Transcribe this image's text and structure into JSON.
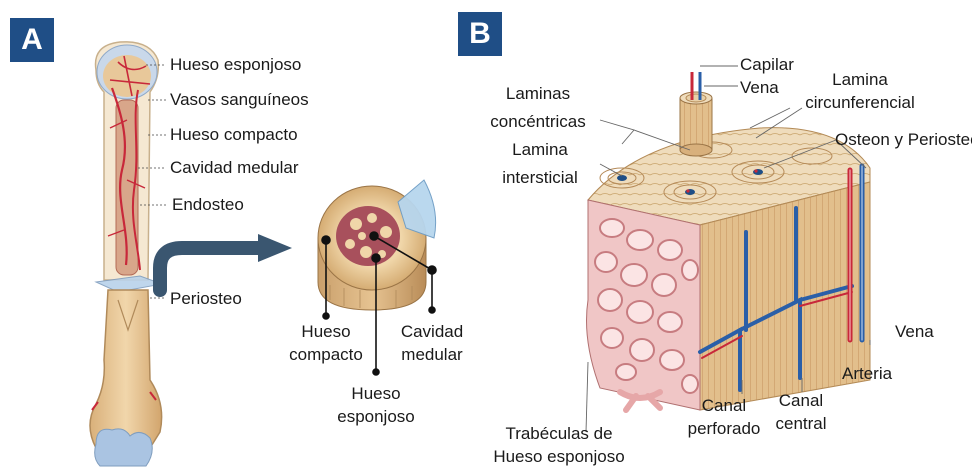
{
  "panel_a": {
    "badge": "A",
    "labels": {
      "hueso_esponjoso": "Hueso esponjoso",
      "vasos": "Vasos sanguíneos",
      "hueso_compacto": "Hueso compacto",
      "cavidad": "Cavidad medular",
      "endosteo": "Endosteo",
      "periosteo": "Periosteo"
    },
    "cross_section": {
      "compacto_line1": "Hueso",
      "compacto_line2": "compacto",
      "cavidad_line1": "Cavidad",
      "cavidad_line2": "medular",
      "esponjoso_line1": "Hueso",
      "esponjoso_line2": "esponjoso"
    }
  },
  "panel_b": {
    "badge": "B",
    "labels": {
      "capilar": "Capilar",
      "vena_top": "Vena",
      "lamina_circ_1": "Lamina",
      "lamina_circ_2": "circunferencial",
      "laminas_conc_1": "Laminas",
      "laminas_conc_2": "concéntricas",
      "lamina_inter_1": "Lamina",
      "lamina_inter_2": "intersticial",
      "osteon": "Osteon y Periosteo",
      "vena_right": "Vena",
      "arteria": "Arteria",
      "canal_perf_1": "Canal",
      "canal_perf_2": "perforado",
      "canal_central_1": "Canal",
      "canal_central_2": "central",
      "trabeculas_1": "Trabéculas de",
      "trabeculas_2": "Hueso esponjoso"
    }
  },
  "colors": {
    "badge": "#1f4e86",
    "bone": "#e8c79a",
    "bone_dark": "#c99a63",
    "marrow": "#a8505c",
    "blood_red": "#c8283a",
    "vein_blue": "#2a5fa8",
    "cartilage": "#b8cce0",
    "arrow": "#3a5670"
  }
}
